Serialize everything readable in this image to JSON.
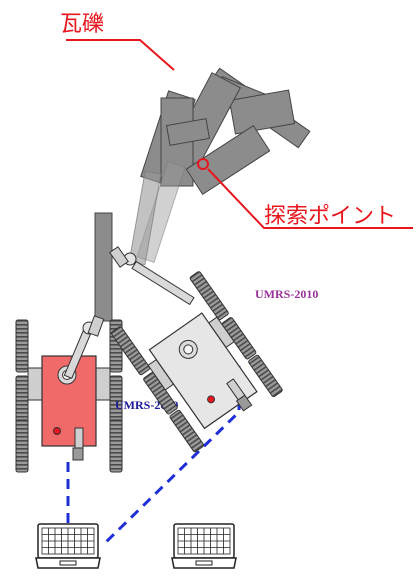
{
  "labels": {
    "rubble": "瓦礫",
    "search_point": "探索ポイント",
    "robot_a": "UMRS-2009",
    "robot_b": "UMRS-2010"
  },
  "colors": {
    "annotation_red": "#e8161d",
    "robot_a_body": "#f06a6a",
    "robot_a_label": "#1a1a99",
    "robot_b_body": "#e6e6e6",
    "robot_b_label": "#993399",
    "rubble_fill": "#8c8c8c",
    "link_line": "#1f2fd6"
  },
  "icons": {
    "robot_a_laptop": "laptop-icon",
    "spare_laptop": "laptop-icon"
  }
}
